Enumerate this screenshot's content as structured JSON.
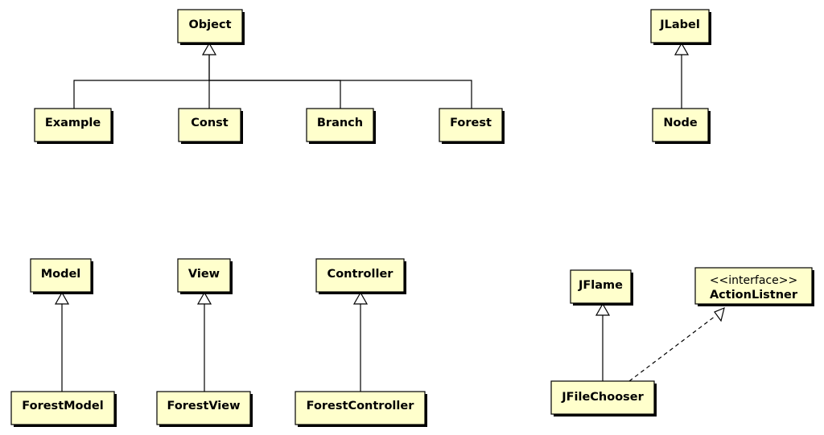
{
  "colors": {
    "class_fill": "#ffffcc",
    "stroke": "#000000",
    "background": "#ffffff"
  },
  "classes": {
    "object": {
      "name": "Object"
    },
    "example": {
      "name": "Example"
    },
    "const": {
      "name": "Const"
    },
    "branch": {
      "name": "Branch"
    },
    "forest": {
      "name": "Forest"
    },
    "jlabel": {
      "name": "JLabel"
    },
    "node": {
      "name": "Node"
    },
    "model": {
      "name": "Model"
    },
    "view": {
      "name": "View"
    },
    "controller": {
      "name": "Controller"
    },
    "forest_model": {
      "name": "ForestModel"
    },
    "forest_view": {
      "name": "ForestView"
    },
    "forest_controller": {
      "name": "ForestController"
    },
    "jflame": {
      "name": "JFlame"
    },
    "action_listner": {
      "stereotype": "<<interface>>",
      "name": "ActionListner"
    },
    "jfile_chooser": {
      "name": "JFileChooser"
    }
  },
  "relations": [
    {
      "from": "Example",
      "to": "Object",
      "type": "generalization"
    },
    {
      "from": "Const",
      "to": "Object",
      "type": "generalization"
    },
    {
      "from": "Branch",
      "to": "Object",
      "type": "generalization"
    },
    {
      "from": "Forest",
      "to": "Object",
      "type": "generalization"
    },
    {
      "from": "Node",
      "to": "JLabel",
      "type": "generalization"
    },
    {
      "from": "ForestModel",
      "to": "Model",
      "type": "generalization"
    },
    {
      "from": "ForestView",
      "to": "View",
      "type": "generalization"
    },
    {
      "from": "ForestController",
      "to": "Controller",
      "type": "generalization"
    },
    {
      "from": "JFileChooser",
      "to": "JFlame",
      "type": "generalization"
    },
    {
      "from": "JFileChooser",
      "to": "ActionListner",
      "type": "realization"
    }
  ]
}
